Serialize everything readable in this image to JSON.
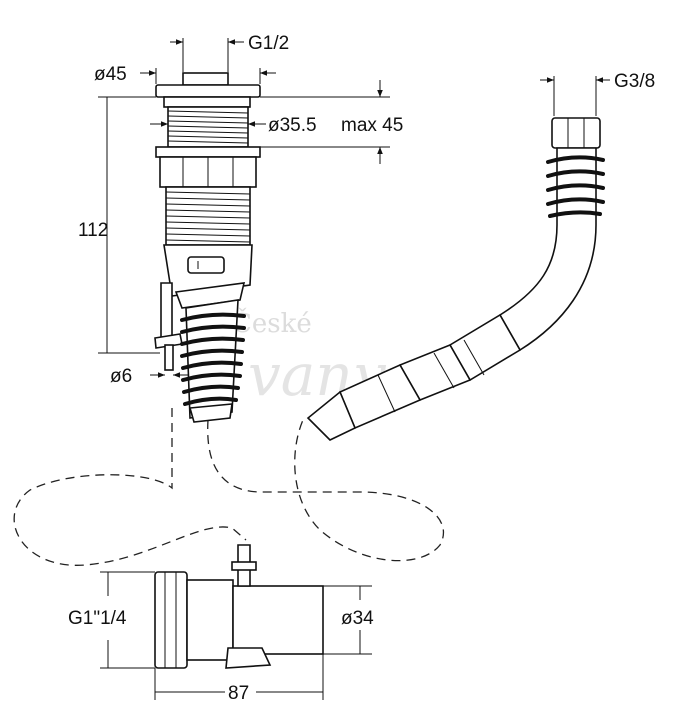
{
  "dimensions": {
    "inlet_thread": "G1/2",
    "flange_diameter": "ø45",
    "body_diameter": "ø35.5",
    "max_thickness": "max 45",
    "height": "112",
    "pipe_diameter_small": "ø6",
    "outlet_thread": "G3/8",
    "trap_thread": "G1\"1/4",
    "trap_outlet_diameter": "ø34",
    "trap_length": "87"
  },
  "watermark": {
    "line1": "České",
    "line2": "vany"
  }
}
